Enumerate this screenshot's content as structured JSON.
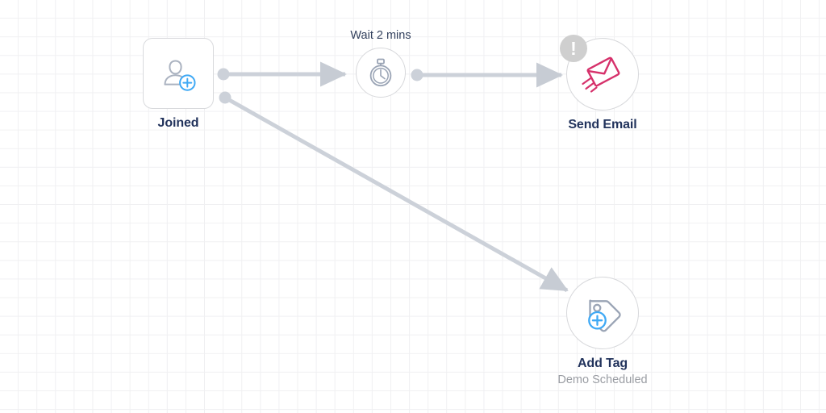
{
  "canvas": {
    "grid_color": "#f0f0f2",
    "background_color": "#ffffff",
    "edge_color": "#ccd1d9"
  },
  "theme": {
    "title_color": "#22335c",
    "subtitle_color": "#9a9da3",
    "accent_blue": "#3fa9f5",
    "email_red": "#d6316b",
    "icon_gray": "#9aa4b5",
    "badge_gray": "#cfcfcf"
  },
  "nodes": {
    "joined": {
      "title": "Joined",
      "icon": "person-add-icon"
    },
    "wait": {
      "label": "Wait  2 mins",
      "icon": "stopwatch-icon"
    },
    "send_email": {
      "title": "Send Email",
      "icon": "flying-envelope-icon",
      "badge": "!",
      "badge_icon": "warning-badge-icon"
    },
    "add_tag": {
      "title": "Add Tag",
      "subtitle": "Demo Scheduled",
      "icon": "tag-add-icon"
    }
  },
  "edges": [
    {
      "name": "joined-to-wait",
      "from": "joined",
      "to": "wait"
    },
    {
      "name": "wait-to-send-email",
      "from": "wait",
      "to": "send_email"
    },
    {
      "name": "joined-to-add-tag",
      "from": "joined",
      "to": "add_tag"
    }
  ]
}
